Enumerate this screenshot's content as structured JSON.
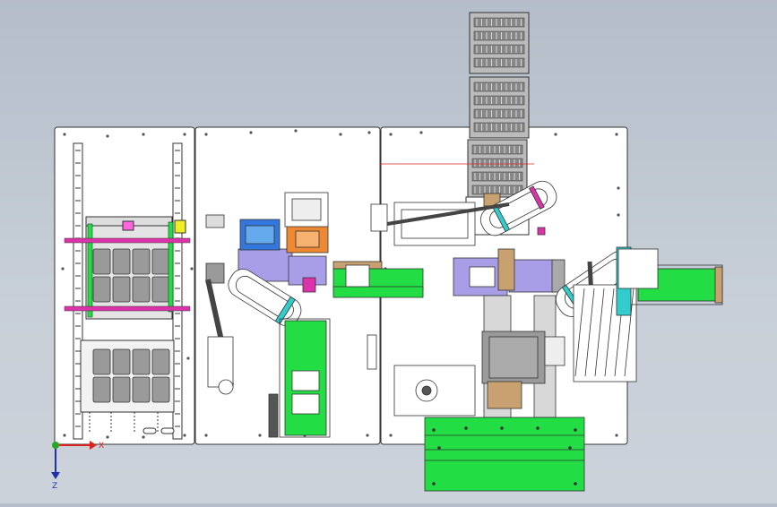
{
  "axes": {
    "x_label": "X",
    "z_label": "Z"
  },
  "colors": {
    "viewport_top": "#b4bdc9",
    "plate": "#ffffff",
    "outline": "#333333",
    "green_part": "#22dd44",
    "lavender_part": "#a89ee8",
    "gray_part": "#9a9a9a",
    "tan_part": "#c9a070",
    "cyan_part": "#33cccc",
    "magenta_part": "#dd33aa",
    "orange_part": "#ee8833",
    "blue_part": "#3377dd",
    "axis_x": "#dd2222",
    "axis_z": "#2233aa",
    "axis_y": "#22aa22"
  },
  "components": {
    "left_plate": "base-plate-left",
    "middle_plate": "base-plate-middle",
    "right_plate": "base-plate-right",
    "tray_stack": "tray-magazine",
    "front_table": "green-output-table"
  }
}
